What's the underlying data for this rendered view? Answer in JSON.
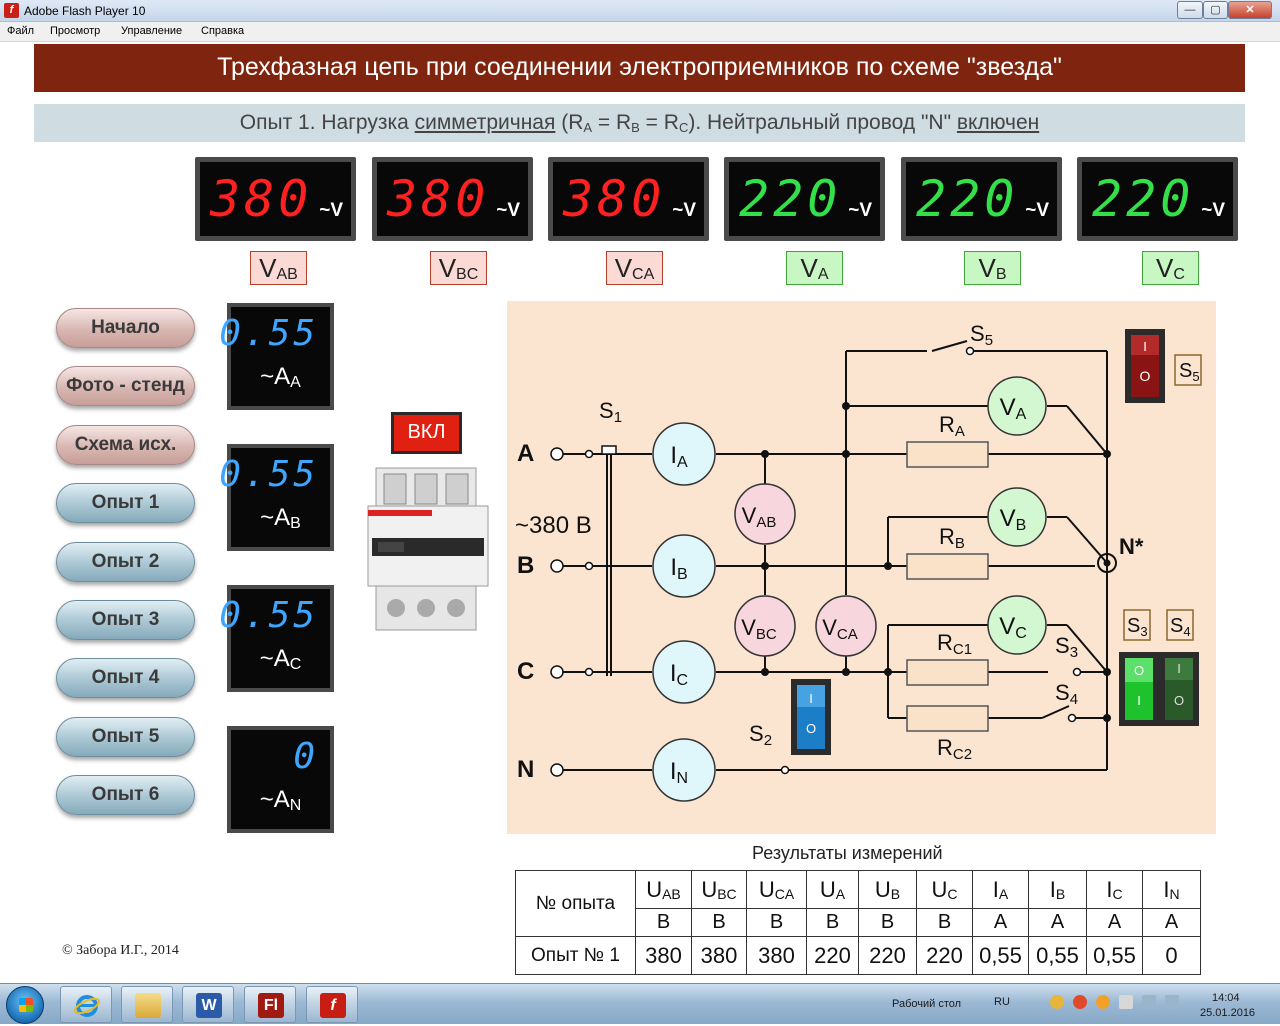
{
  "window": {
    "title": "Adobe Flash Player 10",
    "controls": {
      "minimize": "—",
      "maximize": "▢",
      "close": "✕"
    }
  },
  "menu": [
    "Файл",
    "Просмотр",
    "Управление",
    "Справка"
  ],
  "header": {
    "title": "Трехфазная цепь при соединении электроприемников по схеме \"звезда\"",
    "subtitle_prefix": "Опыт 1.  Нагрузка",
    "subtitle_load": "симметричная",
    "subtitle_formula_open": "(R",
    "sub_a": "A",
    "eq1": " = R",
    "sub_b": "B",
    "eq2": " = R",
    "sub_c": "C",
    "subtitle_neutral": "). Нейтральный провод \"N\"",
    "subtitle_state": "включен"
  },
  "voltmeters": [
    {
      "value": "380",
      "unit": "~V",
      "color": "red",
      "label": "V",
      "sub": "AB"
    },
    {
      "value": "380",
      "unit": "~V",
      "color": "red",
      "label": "V",
      "sub": "BC"
    },
    {
      "value": "380",
      "unit": "~V",
      "color": "red",
      "label": "V",
      "sub": "CA"
    },
    {
      "value": "220",
      "unit": "~V",
      "color": "green",
      "label": "V",
      "sub": "A"
    },
    {
      "value": "220",
      "unit": "~V",
      "color": "green",
      "label": "V",
      "sub": "B"
    },
    {
      "value": "220",
      "unit": "~V",
      "color": "green",
      "label": "V",
      "sub": "C"
    }
  ],
  "nav_buttons": [
    {
      "label": "Начало",
      "style": "pink"
    },
    {
      "label": "Фото - стенд",
      "style": "pink"
    },
    {
      "label": "Схема исх.",
      "style": "pink"
    },
    {
      "label": "Опыт 1",
      "style": "blue"
    },
    {
      "label": "Опыт 2",
      "style": "blue"
    },
    {
      "label": "Опыт 3",
      "style": "blue"
    },
    {
      "label": "Опыт 4",
      "style": "blue"
    },
    {
      "label": "Опыт 5",
      "style": "blue"
    },
    {
      "label": "Опыт 6",
      "style": "blue"
    }
  ],
  "ammeters": [
    {
      "value": "0.55",
      "unit": "~A",
      "sub": "A"
    },
    {
      "value": "0.55",
      "unit": "~A",
      "sub": "B"
    },
    {
      "value": "0.55",
      "unit": "~A",
      "sub": "C"
    },
    {
      "value": "0",
      "unit": "~A",
      "sub": "N"
    }
  ],
  "breaker": {
    "indicator": "ВКЛ"
  },
  "circuit": {
    "phases": [
      "A",
      "B",
      "C",
      "N"
    ],
    "supply": "~380 В",
    "switches": {
      "S1": "S",
      "S1_sub": "1",
      "S2_sub": "2",
      "S3_sub": "3",
      "S4_sub": "4",
      "S5_sub": "5"
    },
    "neutral_point": "N*",
    "resistors": {
      "RA": "A",
      "RB": "B",
      "RC1": "C1",
      "RC2": "C2"
    },
    "toggle_mark_on": "I",
    "toggle_mark_off": "O",
    "colors": {
      "meter_phase": "#dff6fb",
      "meter_line": "#f7d6de",
      "meter_voltage": "#d3f7d0",
      "resistor": "#f9e2c8",
      "toggle_red": "#8a1414",
      "toggle_blue": "#1d7ec8",
      "toggle_green_on": "#1ec22c",
      "toggle_green_off": "#2a5a2a"
    }
  },
  "results": {
    "title": "Результаты измерений",
    "first_col_header": "№ опыта",
    "columns": [
      {
        "q": "U",
        "sub": "AB",
        "unit": "В"
      },
      {
        "q": "U",
        "sub": "BC",
        "unit": "В"
      },
      {
        "q": "U",
        "sub": "CA",
        "unit": "В"
      },
      {
        "q": "U",
        "sub": "A",
        "unit": "В"
      },
      {
        "q": "U",
        "sub": "B",
        "unit": "В"
      },
      {
        "q": "U",
        "sub": "C",
        "unit": "В"
      },
      {
        "q": "I",
        "sub": "A",
        "unit": "А"
      },
      {
        "q": "I",
        "sub": "B",
        "unit": "А"
      },
      {
        "q": "I",
        "sub": "C",
        "unit": "А"
      },
      {
        "q": "I",
        "sub": "N",
        "unit": "А"
      }
    ],
    "rows": [
      {
        "label": "Опыт № 1",
        "values": [
          "380",
          "380",
          "380",
          "220",
          "220",
          "220",
          "0,55",
          "0,55",
          "0,55",
          "0"
        ]
      }
    ]
  },
  "copyright": "© Забора И.Г., 2014",
  "taskbar": {
    "apps": [
      "ie-icon",
      "explorer-icon",
      "word-icon",
      "flash-icon",
      "flash-player-icon"
    ],
    "app_letters": {
      "word": "W",
      "fl": "Fl",
      "flash": "f"
    },
    "desktop_label": "Рабочий стол",
    "lang": "RU",
    "time": "14:04",
    "date": "25.01.2016"
  }
}
